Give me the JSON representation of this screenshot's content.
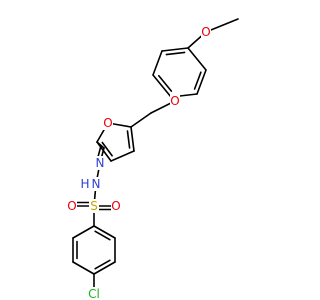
{
  "structure": {
    "colors": {
      "bond": "#000000",
      "oxygen": "#e8000b",
      "nitrogen": "#2f3fd6",
      "sulfur": "#c9a400",
      "chlorine": "#1db51d"
    },
    "atoms": [
      {
        "id": "o_methoxy",
        "label": "O",
        "element": "oxygen"
      },
      {
        "id": "o_ether",
        "label": "O",
        "element": "oxygen"
      },
      {
        "id": "o_furan",
        "label": "O",
        "element": "oxygen"
      },
      {
        "id": "n_imine",
        "label": "N",
        "element": "nitrogen"
      },
      {
        "id": "n_amine",
        "label": "N",
        "element": "nitrogen"
      },
      {
        "id": "h_amine",
        "label": "H",
        "element": "nitrogen"
      },
      {
        "id": "s_sulfonyl",
        "label": "S",
        "element": "sulfur"
      },
      {
        "id": "o_sulfonyl_left",
        "label": "O",
        "element": "oxygen"
      },
      {
        "id": "o_sulfonyl_right",
        "label": "O",
        "element": "oxygen"
      },
      {
        "id": "cl",
        "label": "Cl",
        "element": "chlorine"
      }
    ]
  }
}
